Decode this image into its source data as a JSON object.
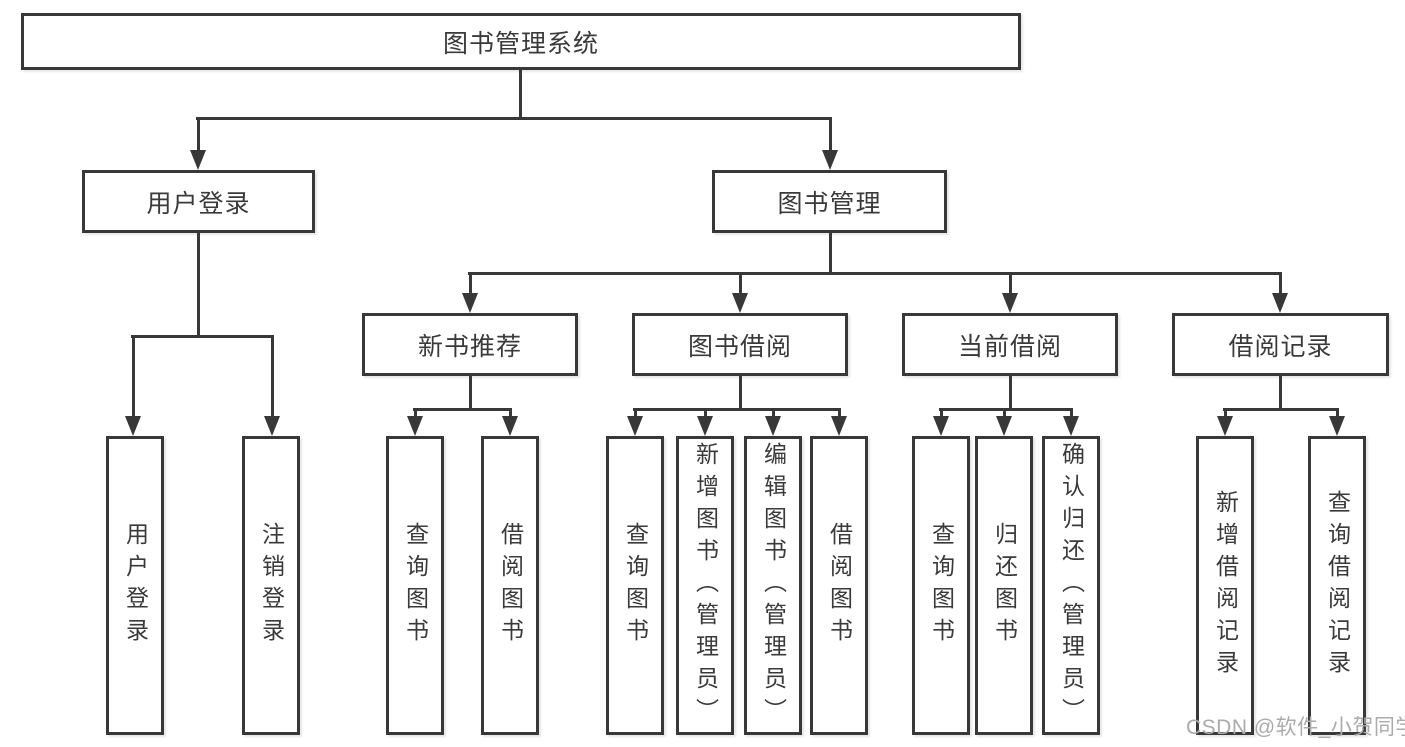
{
  "diagram": {
    "root": {
      "label": "图书管理系统"
    },
    "level1": {
      "user_login": {
        "label": "用户登录"
      },
      "book_mgmt": {
        "label": "图书管理"
      }
    },
    "level2": {
      "new_book_rec": {
        "label": "新书推荐"
      },
      "book_borrow": {
        "label": "图书借阅"
      },
      "current_borrow": {
        "label": "当前借阅"
      },
      "borrow_records": {
        "label": "借阅记录"
      }
    },
    "leaves": {
      "login": {
        "label": "用户登录"
      },
      "logout": {
        "label": "注销登录"
      },
      "rec_query": {
        "label": "查询图书"
      },
      "rec_borrow": {
        "label": "借阅图书"
      },
      "bb_query": {
        "label": "查询图书"
      },
      "bb_add": {
        "label": "新增图书（管理员）"
      },
      "bb_edit": {
        "label": "编辑图书（管理员）"
      },
      "bb_borrow": {
        "label": "借阅图书"
      },
      "cb_query": {
        "label": "查询图书"
      },
      "cb_return": {
        "label": "归还图书"
      },
      "cb_confirm": {
        "label": "确认归还（管理员）"
      },
      "br_add": {
        "label": "新增借阅记录"
      },
      "br_query": {
        "label": "查询借阅记录"
      }
    }
  },
  "watermark": {
    "text": "CSDN @软件_小贺同学"
  },
  "colors": {
    "line": "#383838",
    "text": "#3a3a3a",
    "watermark": "#ababab",
    "background": "#ffffff"
  }
}
